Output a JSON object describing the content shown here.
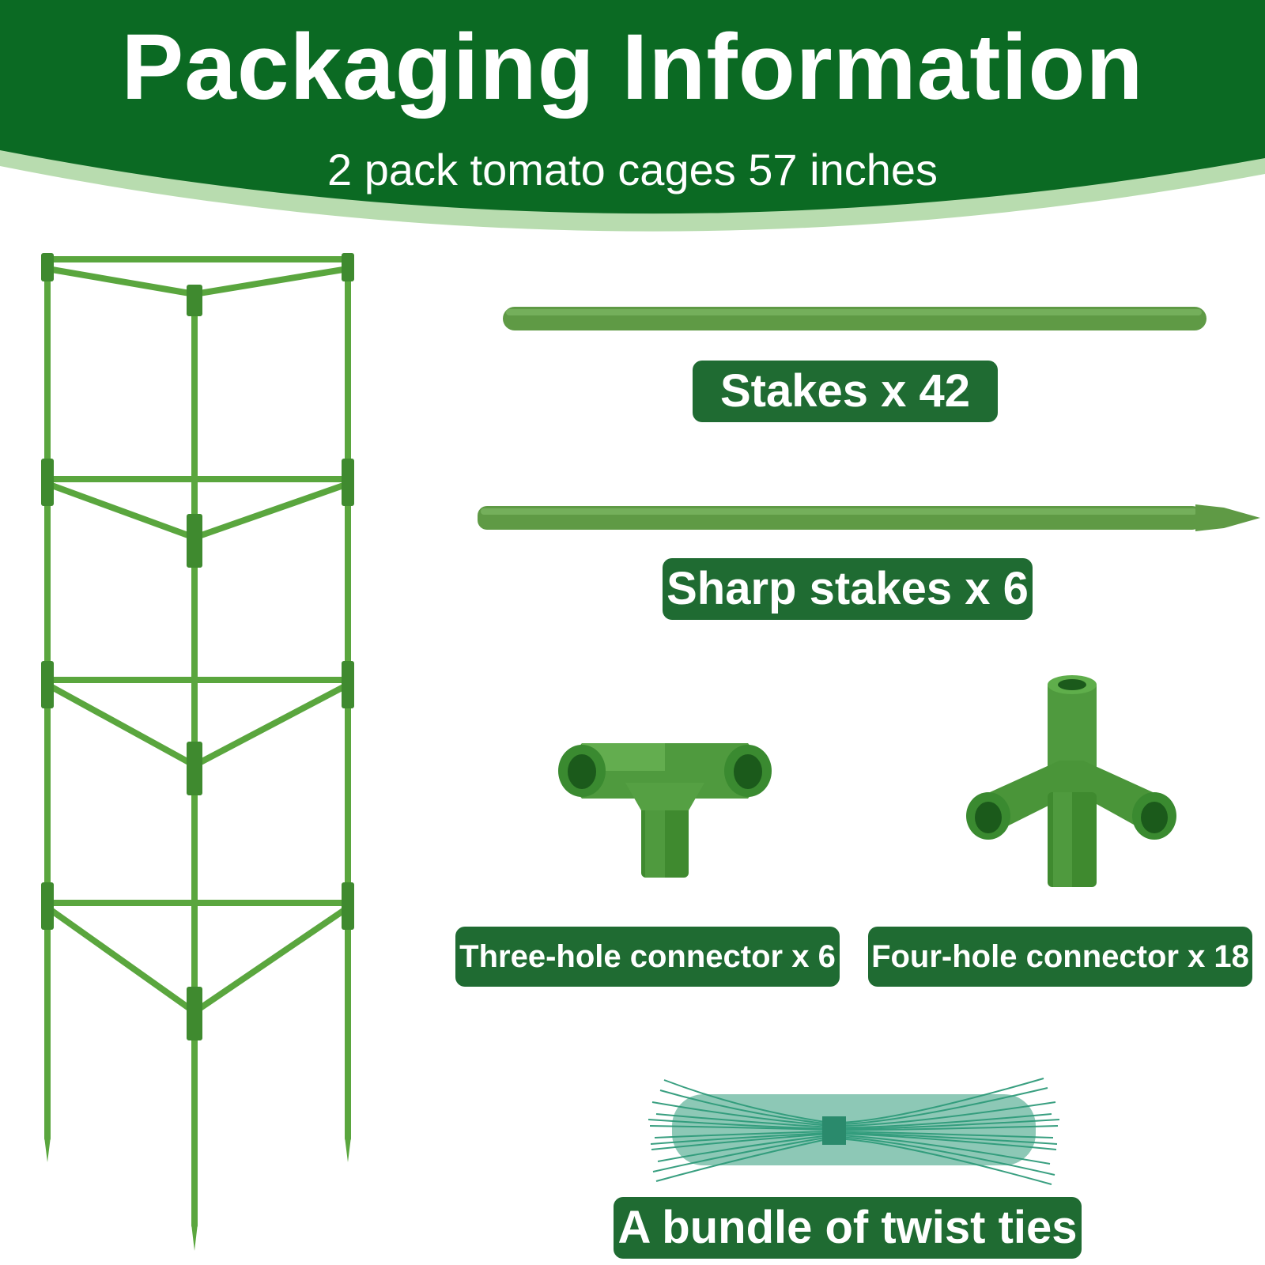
{
  "header": {
    "title": "Packaging Information",
    "subtitle": "2 pack tomato cages 57 inches"
  },
  "colors": {
    "banner": "#0b6a23",
    "banner_edge": "#b8dcaf",
    "label_bg": "#1f6b32",
    "part_green": "#4e9a3c",
    "ties_teal": "#2f9a7a"
  },
  "items": {
    "stakes": {
      "label": "Stakes x 42",
      "icon": "straight-stake-icon"
    },
    "sharp_stakes": {
      "label": "Sharp stakes x 6",
      "icon": "sharp-stake-icon"
    },
    "three_hole": {
      "label": "Three-hole connector x 6",
      "icon": "three-hole-connector-icon"
    },
    "four_hole": {
      "label": "Four-hole connector x 18",
      "icon": "four-hole-connector-icon"
    },
    "twist_ties": {
      "label": "A bundle of twist ties",
      "icon": "twist-ties-icon"
    }
  },
  "product_image": {
    "icon": "tomato-cage-icon"
  }
}
